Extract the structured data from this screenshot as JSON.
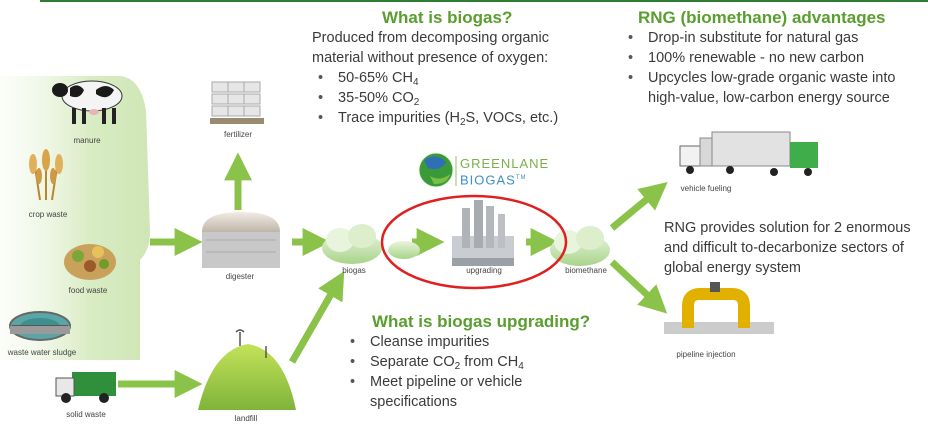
{
  "biogas": {
    "title": "What is biogas?",
    "intro": "Produced from decomposing organic material without presence of oxygen:",
    "bullets": [
      "50-65% CH4",
      "35-50% CO2",
      "Trace impurities (H2S, VOCs, etc.)"
    ]
  },
  "rng": {
    "title": "RNG (biomethane) advantages",
    "bullets": [
      "Drop-in substitute for natural gas",
      "100% renewable - no new carbon",
      "Upcycles low-grade organic waste into high-value, low-carbon energy source"
    ],
    "solution_text": "RNG provides solution for 2 enormous and difficult to-decarbonize sectors of global energy system"
  },
  "upgrading": {
    "title": "What is biogas upgrading?",
    "bullets": [
      "Cleanse impurities",
      "Separate CO2 from CH4",
      "Meet pipeline or vehicle specifications"
    ]
  },
  "logo": {
    "line1": "GREENLANE",
    "line2": "BIOGAS",
    "tm": "TM"
  },
  "labels": {
    "manure": "manure",
    "crop_waste": "crop waste",
    "food_waste": "food waste",
    "waste_water_sludge": "waste water sludge",
    "solid_waste": "solid waste",
    "fertilizer": "fertilizer",
    "digester": "digester",
    "landfill": "landfill",
    "biogas": "biogas",
    "upgrading": "upgrading",
    "biomethane": "biomethane",
    "vehicle_fueling": "vehicle fueling",
    "pipeline_injection": "pipeline injection"
  },
  "colors": {
    "accent_green": "#5a9e2f",
    "arrow_green": "#8bc34a",
    "highlight_red": "#e02020",
    "top_rule": "#2e7d32"
  }
}
